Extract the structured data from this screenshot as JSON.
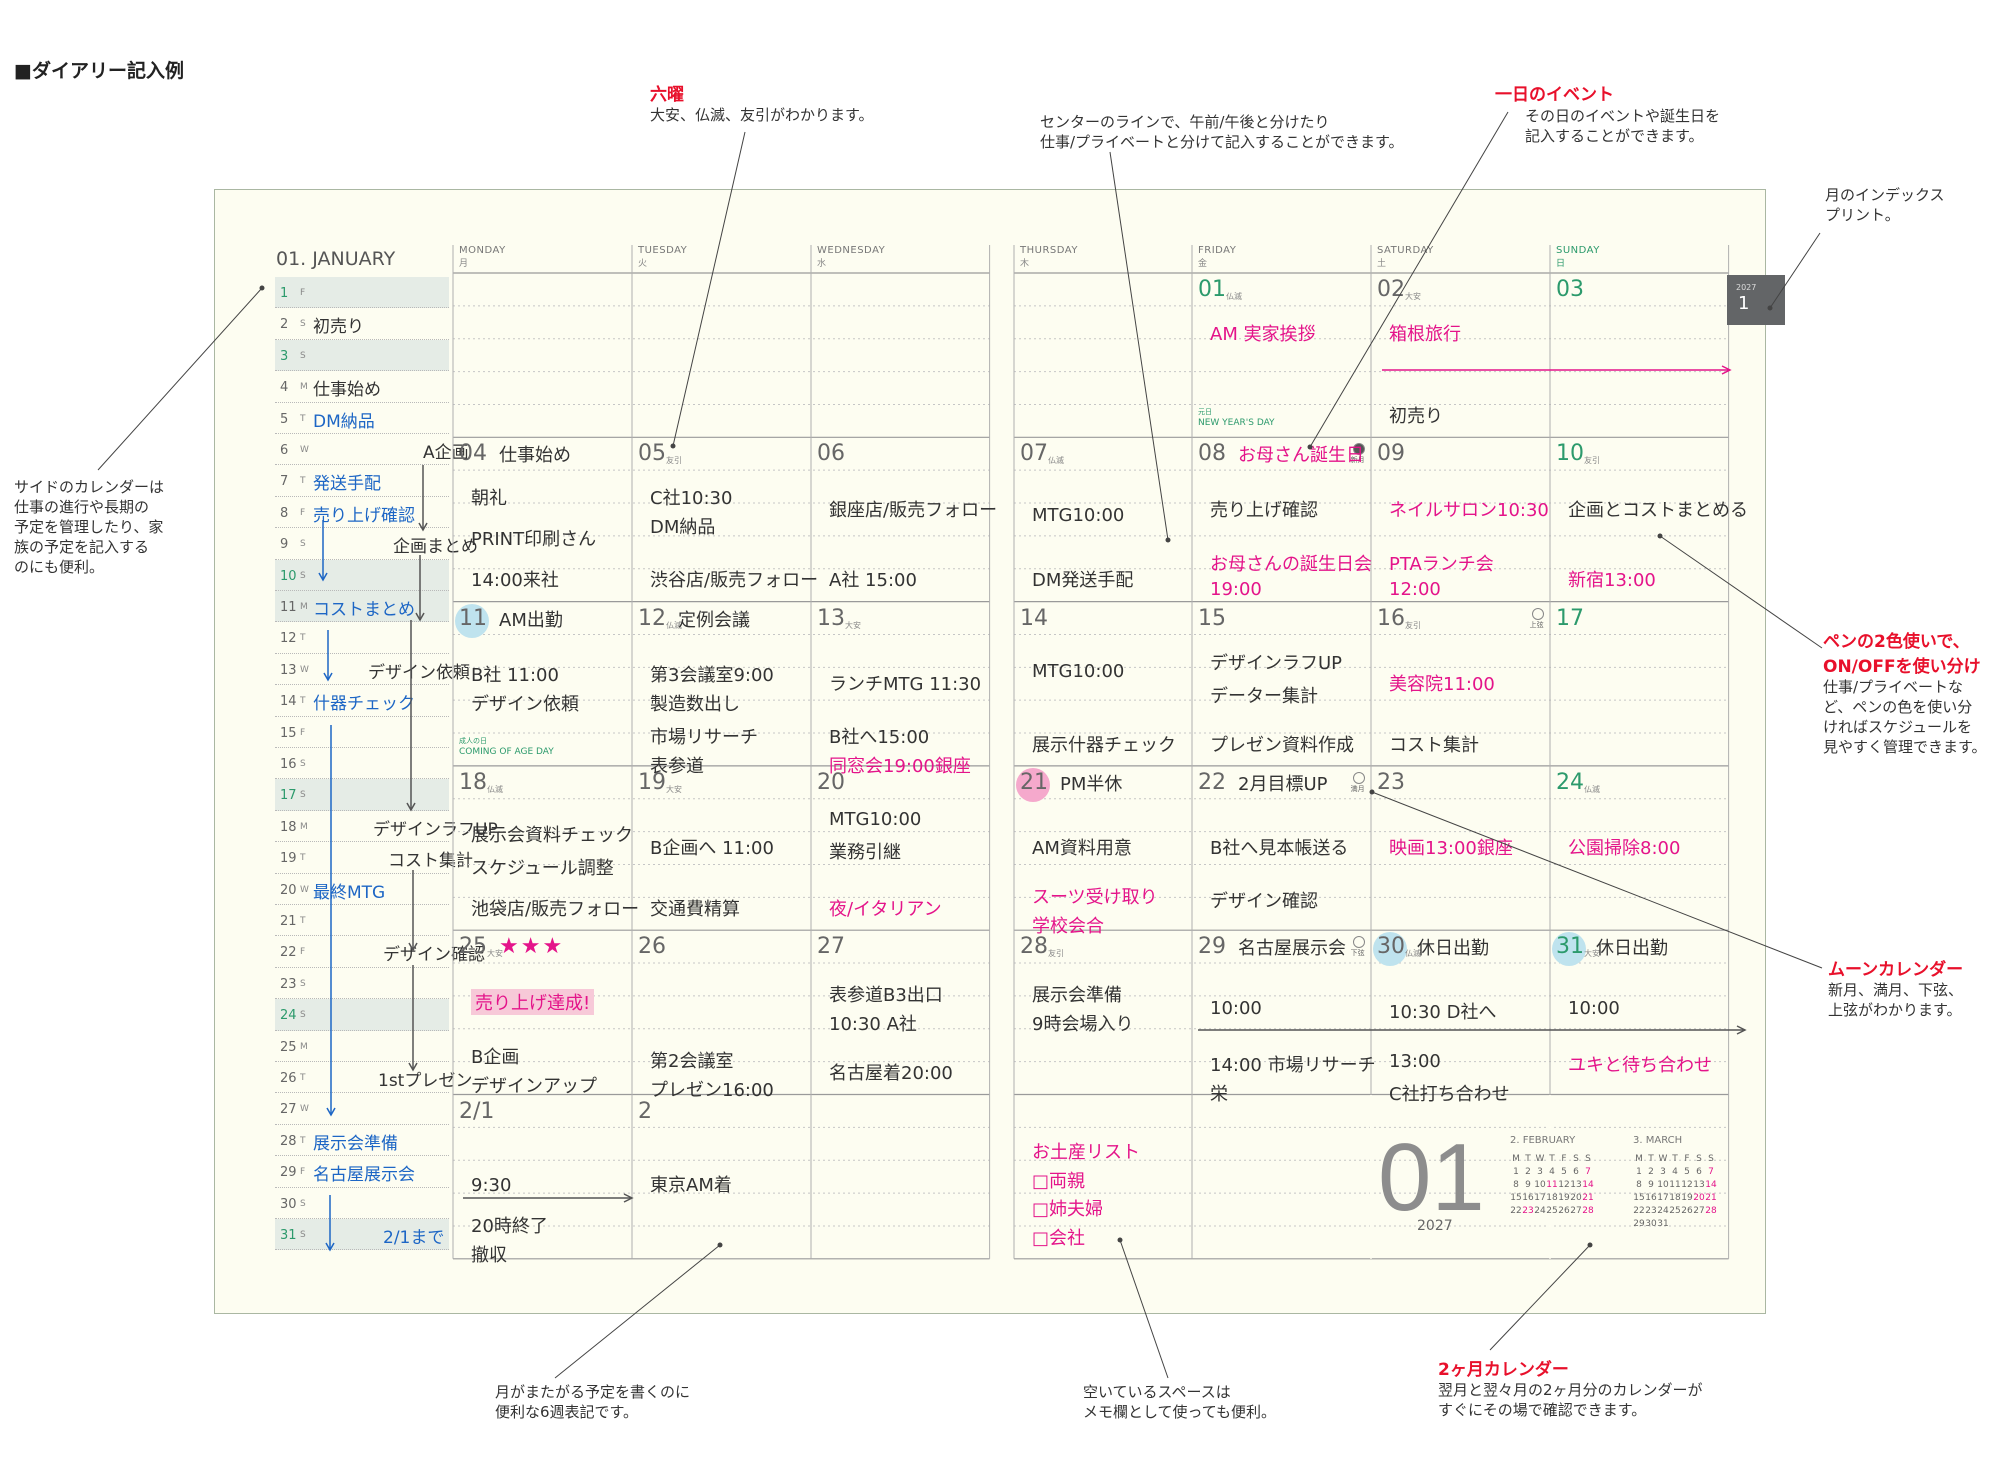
{
  "page_title": "■ダイアリー記入例",
  "annotations": {
    "rokuyo": {
      "title": "六曜",
      "body": [
        "大安、仏滅、友引がわかります。"
      ]
    },
    "center_line": {
      "body": [
        "センターのラインで、午前/午後と分けたり",
        "仕事/プライベートと分けて記入することができます。"
      ]
    },
    "day_event": {
      "title": "一日のイベント",
      "body": [
        "その日のイベントや誕生日を",
        "記入することができます。"
      ]
    },
    "month_index": {
      "body": [
        "月のインデックス",
        "プリント。"
      ]
    },
    "side_calendar": {
      "body": [
        "サイドのカレンダーは",
        "仕事の進行や長期の",
        "予定を管理したり、家",
        "族の予定を記入する",
        "のにも便利。"
      ]
    },
    "two_pens": {
      "title": [
        "ペンの2色使いで、",
        "ON/OFFを使い分け"
      ],
      "body": [
        "仕事/プライベートな",
        "ど、ペンの色を使い分",
        "ければスケジュールを",
        "見やすく管理できます。"
      ]
    },
    "moon_calendar": {
      "title": "ムーンカレンダー",
      "body": [
        "新月、満月、下弦、",
        "上弦がわかります。"
      ]
    },
    "six_weeks": {
      "body": [
        "月がまたがる予定を書くのに",
        "便利な6週表記です。"
      ]
    },
    "memo_space": {
      "body": [
        "空いているスペースは",
        "メモ欄として使っても便利。"
      ]
    },
    "two_month": {
      "title": "2ヶ月カレンダー",
      "body": [
        "翌月と翌々月の2ヶ月分のカレンダーが",
        "すぐにその場で確認できます。"
      ]
    }
  },
  "month_label": "01. JANUARY",
  "side_days": [
    {
      "n": "1",
      "d": "F",
      "memo": "",
      "c": "",
      "g": true,
      "s": true
    },
    {
      "n": "2",
      "d": "S",
      "memo": "初売り",
      "c": "",
      "g": false,
      "s": false
    },
    {
      "n": "3",
      "d": "S",
      "memo": "",
      "c": "",
      "g": true,
      "s": true
    },
    {
      "n": "4",
      "d": "M",
      "memo": "仕事始め",
      "c": "",
      "g": false,
      "s": false
    },
    {
      "n": "5",
      "d": "T",
      "memo": "DM納品",
      "c": "blue",
      "g": false,
      "s": false
    },
    {
      "n": "6",
      "d": "W",
      "memo": "A企画",
      "c": "",
      "g": false,
      "s": false
    },
    {
      "n": "7",
      "d": "T",
      "memo": "発送手配",
      "c": "blue",
      "g": false,
      "s": false
    },
    {
      "n": "8",
      "d": "F",
      "memo": "売り上げ確認",
      "c": "blue",
      "g": false,
      "s": false
    },
    {
      "n": "9",
      "d": "S",
      "memo": "企画まとめ",
      "c": "",
      "g": false,
      "s": false
    },
    {
      "n": "10",
      "d": "S",
      "memo": "",
      "c": "",
      "g": true,
      "s": true
    },
    {
      "n": "11",
      "d": "M",
      "memo": "コストまとめ",
      "c": "blue",
      "g": false,
      "s": true
    },
    {
      "n": "12",
      "d": "T",
      "memo": "",
      "c": "",
      "g": false,
      "s": false
    },
    {
      "n": "13",
      "d": "W",
      "memo": "デザイン依頼",
      "c": "",
      "g": false,
      "s": false
    },
    {
      "n": "14",
      "d": "T",
      "memo": "什器チェック",
      "c": "blue",
      "g": false,
      "s": false
    },
    {
      "n": "15",
      "d": "F",
      "memo": "",
      "c": "",
      "g": false,
      "s": false
    },
    {
      "n": "16",
      "d": "S",
      "memo": "",
      "c": "",
      "g": false,
      "s": false
    },
    {
      "n": "17",
      "d": "S",
      "memo": "",
      "c": "",
      "g": true,
      "s": true
    },
    {
      "n": "18",
      "d": "M",
      "memo": "デザインラフUP",
      "c": "",
      "g": false,
      "s": false
    },
    {
      "n": "19",
      "d": "T",
      "memo": "コスト集計",
      "c": "",
      "g": false,
      "s": false
    },
    {
      "n": "20",
      "d": "W",
      "memo": "最終MTG",
      "c": "blue",
      "g": false,
      "s": false
    },
    {
      "n": "21",
      "d": "T",
      "memo": "",
      "c": "",
      "g": false,
      "s": false
    },
    {
      "n": "22",
      "d": "F",
      "memo": "デザイン確認",
      "c": "",
      "g": false,
      "s": false
    },
    {
      "n": "23",
      "d": "S",
      "memo": "",
      "c": "",
      "g": false,
      "s": false
    },
    {
      "n": "24",
      "d": "S",
      "memo": "",
      "c": "",
      "g": true,
      "s": true
    },
    {
      "n": "25",
      "d": "M",
      "memo": "",
      "c": "",
      "g": false,
      "s": false
    },
    {
      "n": "26",
      "d": "T",
      "memo": "1stプレゼン",
      "c": "",
      "g": false,
      "s": false
    },
    {
      "n": "27",
      "d": "W",
      "memo": "",
      "c": "",
      "g": false,
      "s": false
    },
    {
      "n": "28",
      "d": "T",
      "memo": "展示会準備",
      "c": "blue",
      "g": false,
      "s": false
    },
    {
      "n": "29",
      "d": "F",
      "memo": "名古屋展示会",
      "c": "blue",
      "g": false,
      "s": false
    },
    {
      "n": "30",
      "d": "S",
      "memo": "",
      "c": "",
      "g": false,
      "s": false
    },
    {
      "n": "31",
      "d": "S",
      "memo": "2/1まで",
      "c": "blue",
      "g": true,
      "s": true
    }
  ],
  "weekdays": [
    {
      "en": "MONDAY",
      "jp": "月",
      "sun": false
    },
    {
      "en": "TUESDAY",
      "jp": "火",
      "sun": false
    },
    {
      "en": "WEDNESDAY",
      "jp": "水",
      "sun": false
    },
    {
      "en": "THURSDAY",
      "jp": "木",
      "sun": false
    },
    {
      "en": "FRIDAY",
      "jp": "金",
      "sun": false
    },
    {
      "en": "SATURDAY",
      "jp": "土",
      "sun": false
    },
    {
      "en": "SUNDAY",
      "jp": "日",
      "sun": true
    }
  ],
  "weeks": [
    [
      {
        "n": "",
        "r": "",
        "m": []
      },
      {
        "n": "",
        "r": "",
        "m": []
      },
      {
        "n": "",
        "r": "",
        "m": []
      },
      {
        "n": "",
        "r": "",
        "m": []
      },
      {
        "n": "01",
        "r": "仏滅",
        "g": true,
        "m": [
          {
            "t": "AM 実家挨拶",
            "c": "pink",
            "l": 1
          }
        ],
        "hol": [
          "元日",
          "NEW YEAR'S DAY"
        ]
      },
      {
        "n": "02",
        "r": "大安",
        "m": [
          {
            "t": "箱根旅行",
            "c": "pink",
            "l": 1
          },
          {
            "t": "初売り",
            "c": "",
            "l": 3
          }
        ]
      },
      {
        "n": "03",
        "r": "",
        "g": true,
        "m": []
      }
    ],
    [
      {
        "n": "04",
        "r": "",
        "m": [
          {
            "t": "仕事始め",
            "c": "",
            "l": 0,
            "inline": true
          },
          {
            "t": "朝礼",
            "c": "",
            "l": 1
          },
          {
            "t": "PRINT印刷さん",
            "c": "",
            "l": 2
          },
          {
            "t": "14:00来社",
            "c": "",
            "l": 3
          }
        ]
      },
      {
        "n": "05",
        "r": "友引",
        "m": [
          {
            "t": "C社10:30",
            "c": "",
            "l": 1
          },
          {
            "t": "DM納品",
            "c": "",
            "l": 1.7
          },
          {
            "t": "渋谷店/販売フォロー",
            "c": "",
            "l": 3
          }
        ]
      },
      {
        "n": "06",
        "r": "",
        "m": [
          {
            "t": "銀座店/販売フォロー",
            "c": "",
            "l": 1.3
          },
          {
            "t": "A社 15:00",
            "c": "",
            "l": 3
          }
        ]
      },
      {
        "n": "07",
        "r": "仏滅",
        "m": [
          {
            "t": "MTG10:00",
            "c": "",
            "l": 1.5
          },
          {
            "t": "DM発送手配",
            "c": "",
            "l": 3
          }
        ]
      },
      {
        "n": "08",
        "r": "",
        "m": [
          {
            "t": "お母さん誕生日",
            "c": "pink",
            "l": 0,
            "inline": true
          },
          {
            "t": "売り上げ確認",
            "c": "",
            "l": 1.3
          },
          {
            "t": "お母さんの誕生日会",
            "c": "pink",
            "l": 2.6
          },
          {
            "t": "19:00",
            "c": "pink",
            "l": 3.3
          }
        ],
        "moon": "新月"
      },
      {
        "n": "09",
        "r": "",
        "m": [
          {
            "t": "ネイルサロン10:30",
            "c": "pink",
            "l": 1.3
          },
          {
            "t": "PTAランチ会",
            "c": "pink",
            "l": 2.6
          },
          {
            "t": "12:00",
            "c": "pink",
            "l": 3.3
          }
        ]
      },
      {
        "n": "10",
        "r": "友引",
        "g": true,
        "m": [
          {
            "t": "企画とコストまとめる",
            "c": "",
            "l": 1.3
          },
          {
            "t": "新宿13:00",
            "c": "pink",
            "l": 3
          }
        ]
      }
    ],
    [
      {
        "n": "11",
        "r": "",
        "m": [
          {
            "t": "AM出勤",
            "c": "",
            "l": 0,
            "inline": true
          },
          {
            "t": "B社 11:00",
            "c": "",
            "l": 1.3
          },
          {
            "t": "デザイン依頼",
            "c": "",
            "l": 2
          }
        ],
        "circle": "teal",
        "hol": [
          "成人の日",
          "COMING OF AGE DAY"
        ]
      },
      {
        "n": "12",
        "r": "仏滅",
        "m": [
          {
            "t": "定例会議",
            "c": "",
            "l": 0,
            "inline": true
          },
          {
            "t": "第3会議室9:00",
            "c": "",
            "l": 1.3
          },
          {
            "t": "製造数出し",
            "c": "",
            "l": 2
          },
          {
            "t": "市場リサーチ",
            "c": "",
            "l": 2.8
          },
          {
            "t": "表参道",
            "c": "",
            "l": 3.5
          }
        ]
      },
      {
        "n": "13",
        "r": "大安",
        "m": [
          {
            "t": "ランチMTG 11:30",
            "c": "",
            "l": 1.5
          },
          {
            "t": "B社へ15:00",
            "c": "",
            "l": 2.8
          },
          {
            "t": "同窓会19:00銀座",
            "c": "pink",
            "l": 3.5
          }
        ]
      },
      {
        "n": "14",
        "r": "",
        "m": [
          {
            "t": "MTG10:00",
            "c": "",
            "l": 1.3
          },
          {
            "t": "展示什器チェック",
            "c": "",
            "l": 3
          }
        ]
      },
      {
        "n": "15",
        "r": "",
        "m": [
          {
            "t": "デザインラフUP",
            "c": "",
            "l": 1
          },
          {
            "t": "データー集計",
            "c": "",
            "l": 1.8
          },
          {
            "t": "プレゼン資料作成",
            "c": "",
            "l": 3
          }
        ]
      },
      {
        "n": "16",
        "r": "友引",
        "m": [
          {
            "t": "美容院11:00",
            "c": "pink",
            "l": 1.5
          },
          {
            "t": "コスト集計",
            "c": "",
            "l": 3
          }
        ],
        "moon": "上弦"
      },
      {
        "n": "17",
        "r": "",
        "g": true,
        "m": []
      }
    ],
    [
      {
        "n": "18",
        "r": "仏滅",
        "m": [
          {
            "t": "展示会資料チェック",
            "c": "",
            "l": 1.2
          },
          {
            "t": "スケジュール調整",
            "c": "",
            "l": 2
          },
          {
            "t": "池袋店/販売フォロー",
            "c": "",
            "l": 3
          }
        ]
      },
      {
        "n": "19",
        "r": "大安",
        "m": [
          {
            "t": "B企画へ 11:00",
            "c": "",
            "l": 1.5
          },
          {
            "t": "交通費精算",
            "c": "",
            "l": 3
          }
        ]
      },
      {
        "n": "20",
        "r": "",
        "m": [
          {
            "t": "MTG10:00",
            "c": "",
            "l": 0.9
          },
          {
            "t": "業務引継",
            "c": "",
            "l": 1.6
          },
          {
            "t": "夜/イタリアン",
            "c": "pink",
            "l": 3
          }
        ]
      },
      {
        "n": "21",
        "r": "",
        "m": [
          {
            "t": "PM半休",
            "c": "",
            "l": 0,
            "inline": true
          },
          {
            "t": "AM資料用意",
            "c": "",
            "l": 1.5
          },
          {
            "t": "スーツ受け取り",
            "c": "pink",
            "l": 2.7
          },
          {
            "t": "学校会合",
            "c": "pink",
            "l": 3.4
          }
        ],
        "circle": "pink"
      },
      {
        "n": "22",
        "r": "",
        "m": [
          {
            "t": "2月目標UP",
            "c": "",
            "l": 0,
            "inline": true
          },
          {
            "t": "B社へ見本帳送る",
            "c": "",
            "l": 1.5
          },
          {
            "t": "デザイン確認",
            "c": "",
            "l": 2.8
          }
        ],
        "moon": "満月"
      },
      {
        "n": "23",
        "r": "",
        "m": [
          {
            "t": "映画13:00銀座",
            "c": "pink",
            "l": 1.5
          }
        ]
      },
      {
        "n": "24",
        "r": "仏滅",
        "g": true,
        "m": [
          {
            "t": "公園掃除8:00",
            "c": "pink",
            "l": 1.5
          }
        ]
      }
    ],
    [
      {
        "n": "25",
        "r": "大安",
        "m": [
          {
            "t": "★★★",
            "c": "pink",
            "l": 0,
            "inline": true
          },
          {
            "t": "売り上げ達成!",
            "c": "pink",
            "l": 1.3,
            "hl": true
          },
          {
            "t": "B企画",
            "c": "",
            "l": 2.6
          },
          {
            "t": "デザインアップ",
            "c": "",
            "l": 3.3
          }
        ]
      },
      {
        "n": "26",
        "r": "",
        "m": [
          {
            "t": "第2会議室",
            "c": "",
            "l": 2.7
          },
          {
            "t": "プレゼン16:00",
            "c": "",
            "l": 3.4
          }
        ]
      },
      {
        "n": "27",
        "r": "",
        "m": [
          {
            "t": "表参道B3出口",
            "c": "",
            "l": 1.1
          },
          {
            "t": "10:30 A社",
            "c": "",
            "l": 1.8
          },
          {
            "t": "名古屋着20:00",
            "c": "",
            "l": 3
          }
        ]
      },
      {
        "n": "28",
        "r": "友引",
        "m": [
          {
            "t": "展示会準備",
            "c": "",
            "l": 1.1
          },
          {
            "t": "9時会場入り",
            "c": "",
            "l": 1.8
          }
        ]
      },
      {
        "n": "29",
        "r": "",
        "m": [
          {
            "t": "名古屋展示会",
            "c": "",
            "l": 0,
            "inline": true
          },
          {
            "t": "10:00",
            "c": "",
            "l": 1.5
          },
          {
            "t": "14:00 市場リサーチ",
            "c": "",
            "l": 2.8
          },
          {
            "t": "栄",
            "c": "",
            "l": 3.5
          }
        ],
        "moon": "下弦"
      },
      {
        "n": "30",
        "r": "仏滅",
        "m": [
          {
            "t": "休日出勤",
            "c": "",
            "l": 0,
            "inline": true
          },
          {
            "t": "10:30 D社へ",
            "c": "",
            "l": 1.5
          },
          {
            "t": "13:00",
            "c": "",
            "l": 2.8
          },
          {
            "t": "C社打ち合わせ",
            "c": "",
            "l": 3.5
          }
        ],
        "circle": "teal"
      },
      {
        "n": "31",
        "r": "大安",
        "g": true,
        "m": [
          {
            "t": "休日出勤",
            "c": "",
            "l": 0,
            "inline": true
          },
          {
            "t": "10:00",
            "c": "",
            "l": 1.5
          },
          {
            "t": "ユキと待ち合わせ",
            "c": "pink",
            "l": 2.8
          }
        ],
        "circle": "teal"
      }
    ],
    [
      {
        "n": "2/1",
        "r": "",
        "m": [
          {
            "t": "9:30",
            "c": "",
            "l": 1.8
          },
          {
            "t": "20時終了",
            "c": "",
            "l": 2.7
          },
          {
            "t": "撤収",
            "c": "",
            "l": 3.4
          }
        ]
      },
      {
        "n": "2",
        "r": "",
        "m": [
          {
            "t": "東京AM着",
            "c": "",
            "l": 1.7
          }
        ]
      },
      {
        "n": "",
        "r": "",
        "m": []
      },
      {
        "n": "",
        "r": "",
        "m": [
          {
            "t": "お土産リスト",
            "c": "pink",
            "l": 0.9
          },
          {
            "t": "□両親",
            "c": "pink",
            "l": 1.6
          },
          {
            "t": "□姉夫婦",
            "c": "pink",
            "l": 2.3
          },
          {
            "t": "□会社",
            "c": "pink",
            "l": 3
          }
        ]
      },
      {
        "n": "",
        "r": "",
        "m": []
      }
    ]
  ],
  "big_month": {
    "num": "01",
    "year": "2027"
  },
  "index_tab": {
    "year": "2027",
    "month": "1"
  },
  "mini_months": [
    {
      "title": "2. FEBRUARY",
      "head": [
        "M",
        "T",
        "W",
        "T",
        "F",
        "S",
        "S"
      ],
      "rows": [
        [
          "1",
          "2",
          "3",
          "4",
          "5",
          "6",
          "7"
        ],
        [
          "8",
          "9",
          "10",
          "11",
          "12",
          "13",
          "14"
        ],
        [
          "15",
          "16",
          "17",
          "18",
          "19",
          "20",
          "21"
        ],
        [
          "22",
          "23",
          "24",
          "25",
          "26",
          "27",
          "28"
        ]
      ],
      "pink": [
        "7",
        "11",
        "14",
        "21",
        "23",
        "28"
      ]
    },
    {
      "title": "3. MARCH",
      "head": [
        "M",
        "T",
        "W",
        "T",
        "F",
        "S",
        "S"
      ],
      "rows": [
        [
          "1",
          "2",
          "3",
          "4",
          "5",
          "6",
          "7"
        ],
        [
          "8",
          "9",
          "10",
          "11",
          "12",
          "13",
          "14"
        ],
        [
          "15",
          "16",
          "17",
          "18",
          "19",
          "20",
          "21"
        ],
        [
          "22",
          "23",
          "24",
          "25",
          "26",
          "27",
          "28"
        ],
        [
          "29",
          "30",
          "31",
          "",
          "",
          "",
          ""
        ]
      ],
      "pink": [
        "7",
        "14",
        "20",
        "21",
        "28"
      ]
    }
  ]
}
